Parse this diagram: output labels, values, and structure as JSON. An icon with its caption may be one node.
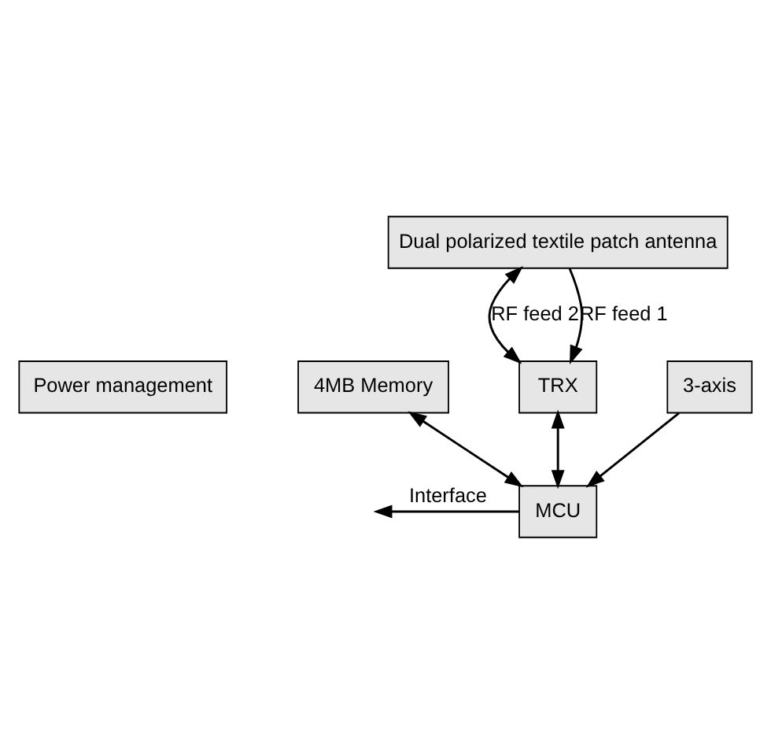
{
  "diagram": {
    "nodes": [
      {
        "text": [
          "Dual polarized textile patch antenna"
        ]
      },
      {
        "text": [
          "4MB Memory"
        ]
      },
      {
        "text": [
          "TRX"
        ]
      },
      {
        "text": [
          "3-axis"
        ]
      },
      {
        "text": [
          "MCU"
        ]
      },
      {
        "text": [
          "Power management"
        ]
      }
    ],
    "edges": [
      {
        "from": 0,
        "to": 2,
        "arrow": "both",
        "label": "RF feed 2"
      },
      {
        "from": 0,
        "to": 2,
        "arrow": "to",
        "label": "RF feed 1"
      },
      {
        "from": 4,
        "to": 1,
        "arrow": "both"
      },
      {
        "from": 4,
        "to": 2,
        "arrow": "both"
      },
      {
        "from": 3,
        "to": 4,
        "arrow": "to"
      },
      {
        "from": 4,
        "to": null,
        "arrow": "to",
        "label": "Interface"
      }
    ]
  }
}
